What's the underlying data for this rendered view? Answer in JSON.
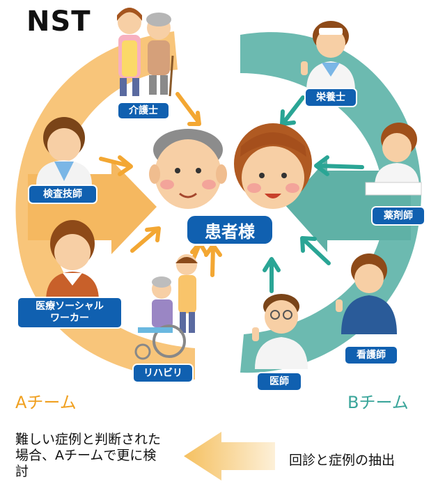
{
  "title": "NST",
  "center": {
    "label": "患者様"
  },
  "roles": {
    "kaigoshi": "介護士",
    "kensa": "検査技師",
    "social_worker_line1": "医療ソーシャル",
    "social_worker_line2": "ワーカー",
    "rehab": "リハビリ",
    "eiyoshi": "栄養士",
    "yakuzaishi": "薬剤師",
    "kangoshi": "看護師",
    "ishi": "医師"
  },
  "teams": {
    "a": "Aチーム",
    "b": "Bチーム"
  },
  "flow": {
    "left": "難しい症例と判断された場合、Aチームで更に検討",
    "right": "回診と症例の抽出"
  },
  "colors": {
    "team_a": "#f5c47a",
    "team_a_text": "#f0a020",
    "team_b": "#6cbab0",
    "team_b_text": "#3aa59a",
    "label_bg": "#1060b0"
  }
}
